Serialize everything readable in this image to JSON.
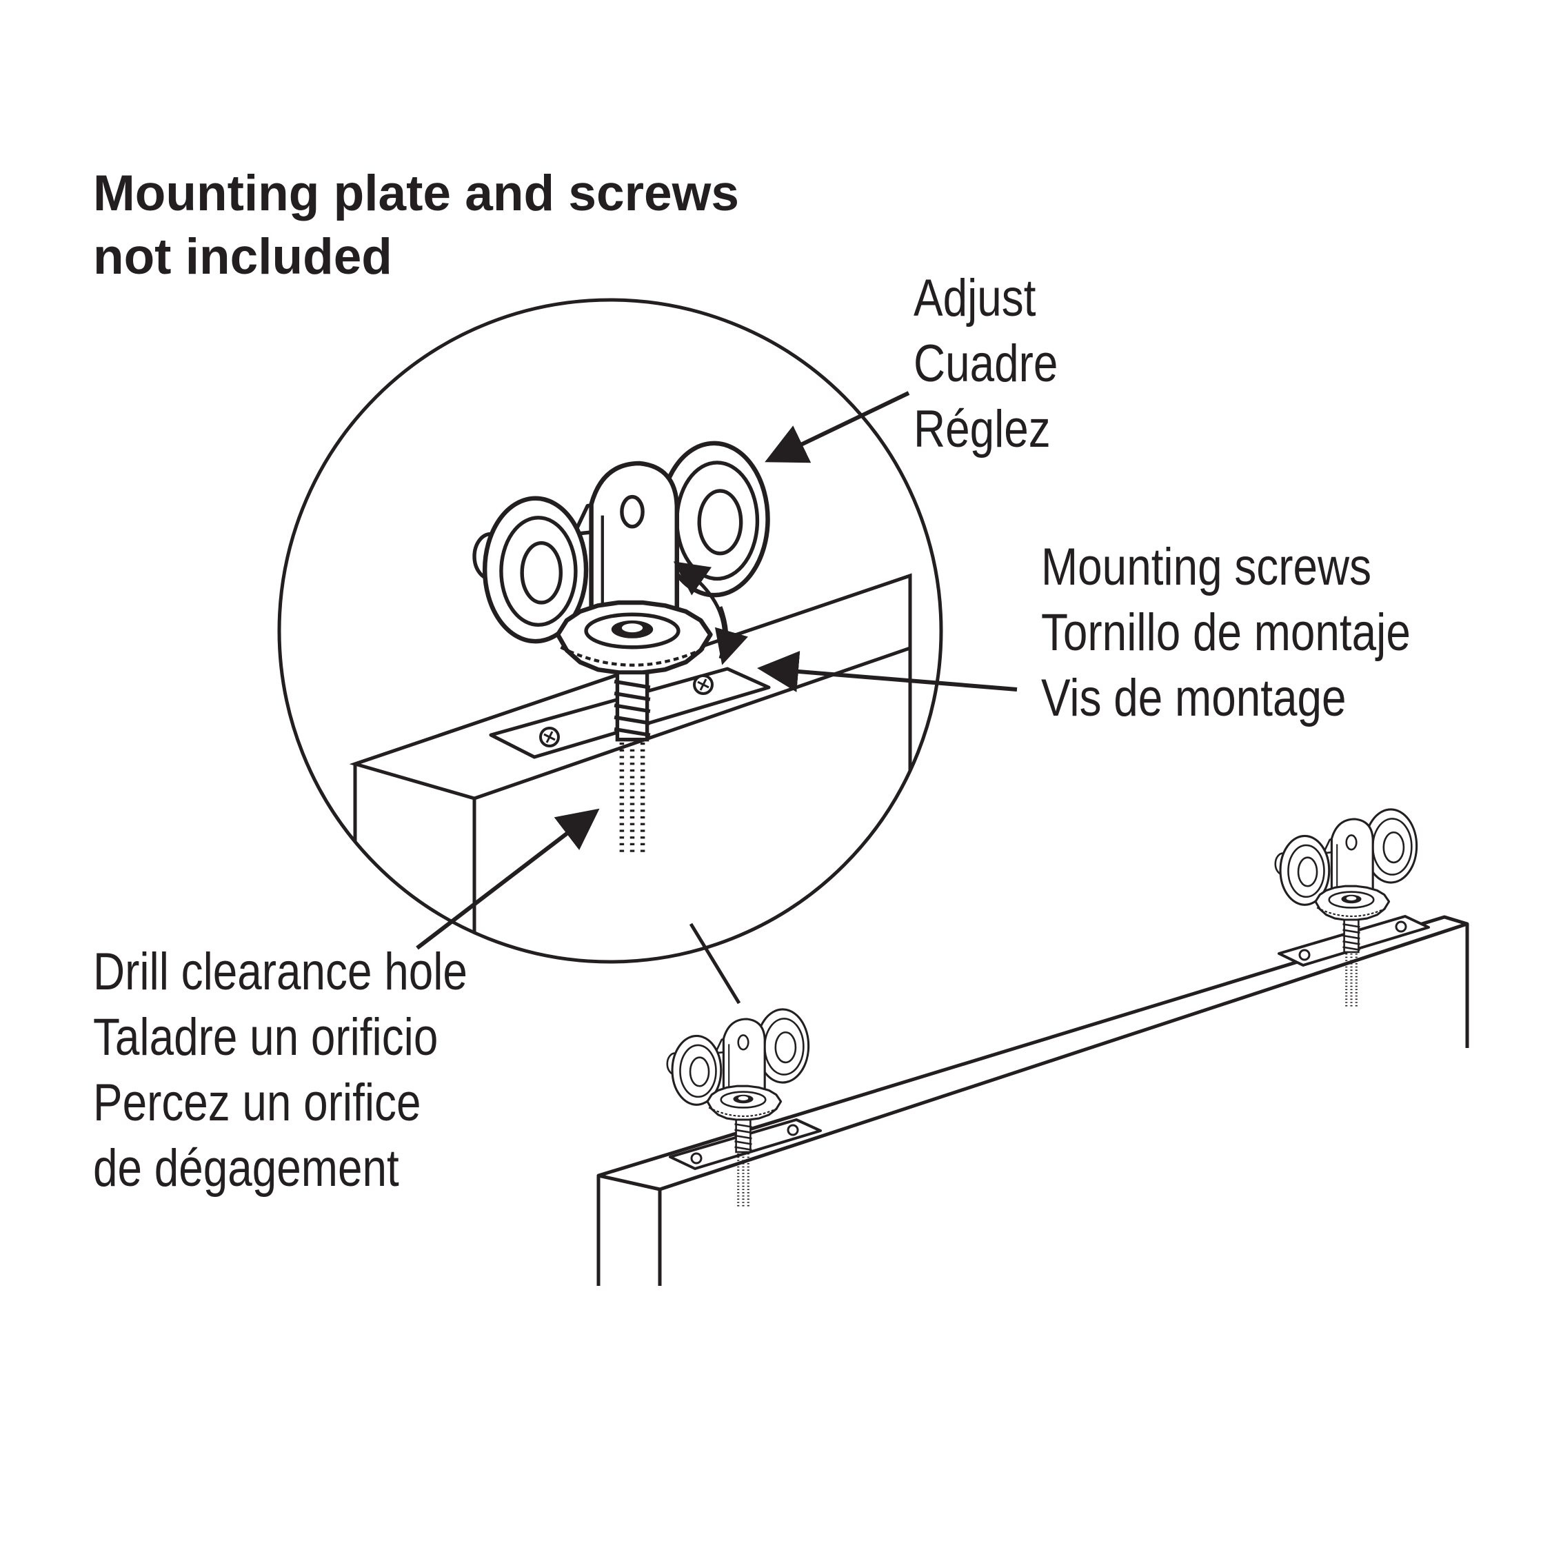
{
  "note": {
    "line1": "Mounting plate and screws",
    "line2": "not included"
  },
  "callouts": {
    "adjust": [
      "Adjust",
      "Cuadre",
      "Réglez"
    ],
    "mounting_screws": [
      "Mounting screws",
      "Tornillo de montaje",
      "Vis de montage"
    ],
    "drill_hole": [
      "Drill clearance hole",
      "Taladre un orificio",
      "Percez un orifice",
      "de dégagement"
    ]
  },
  "colors": {
    "ink": "#231f20",
    "background": "#ffffff"
  }
}
